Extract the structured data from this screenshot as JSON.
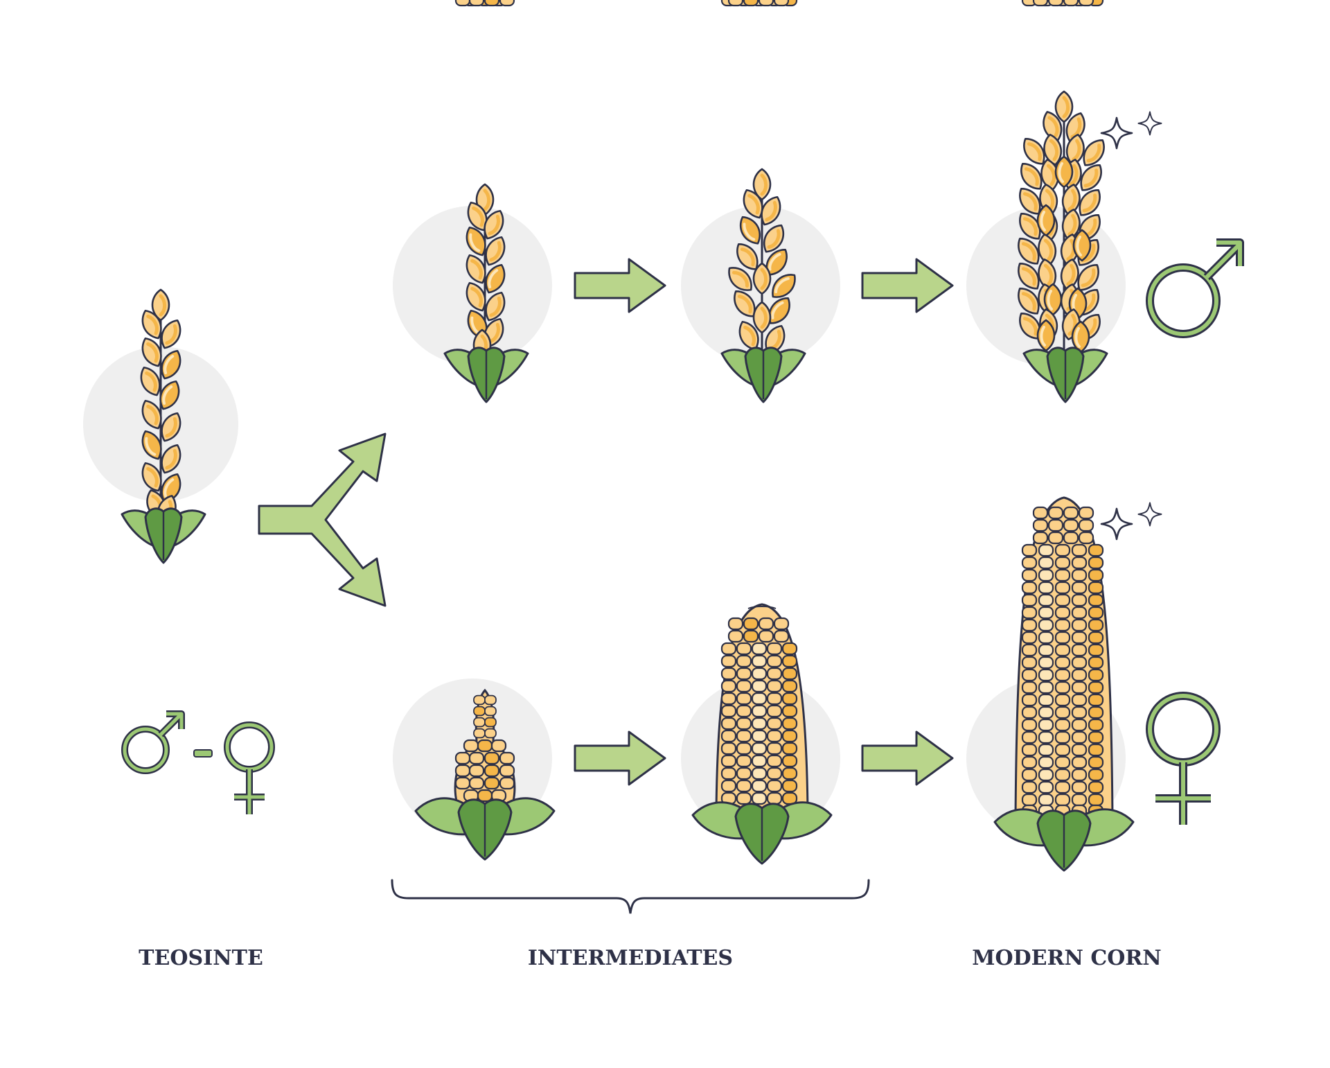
{
  "labels": {
    "teosinte": "TEOSINTE",
    "intermediates": "INTERMEDIATES",
    "modern_corn": "MODERN CORN"
  },
  "colors": {
    "background": "#ffffff",
    "circle": "#efefef",
    "outline": "#2e3147",
    "arrow_fill": "#b9d58b",
    "arrow_stroke": "#2e3147",
    "symbol": "#7fae52",
    "leaf_light": "#9cc874",
    "leaf_dark": "#5f9a44",
    "kernel_light": "#fbd18a",
    "kernel_mid": "#f5b649",
    "kernel_pale": "#fde6b8",
    "kernel_deep": "#f0a02a",
    "sparkle": "#ffffff"
  },
  "icons": {
    "male_symbol": "male-sign-icon",
    "female_symbol": "female-sign-icon",
    "sparkle": "sparkle-icon",
    "split_arrow": "branching-arrow-icon",
    "step_arrow": "right-arrow-icon",
    "brace": "curly-brace-icon"
  }
}
